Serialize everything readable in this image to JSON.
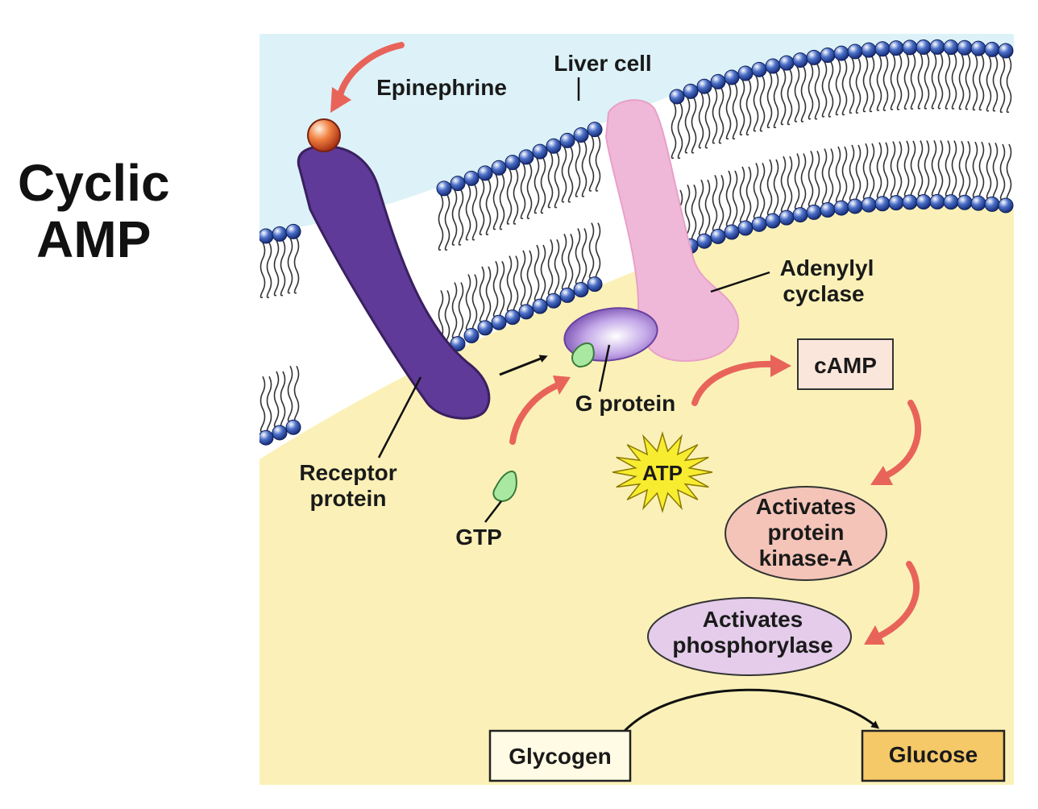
{
  "title": {
    "line1": "Cyclic",
    "line2": "AMP"
  },
  "labels": {
    "epinephrine": "Epinephrine",
    "liver_cell": "Liver cell",
    "adenylyl_line1": "Adenylyl",
    "adenylyl_line2": "cyclase",
    "camp": "cAMP",
    "g_protein": "G protein",
    "receptor_line1": "Receptor",
    "receptor_line2": "protein",
    "gtp": "GTP",
    "atp": "ATP",
    "pka_line1": "Activates",
    "pka_line2": "protein",
    "pka_line3": "kinase-A",
    "phos_line1": "Activates",
    "phos_line2": "phosphorylase",
    "glycogen": "Glycogen",
    "glucose": "Glucose"
  },
  "colors": {
    "extracellular": "#dcf2f8",
    "cytoplasm": "#fbf1b8",
    "receptor": "#5f3a98",
    "adenylyl_cyclase": "#f0b8d8",
    "arrow": "#e8645a",
    "atp_burst": "#f8ec30",
    "pka_fill": "#f4c4b8",
    "phos_fill": "#e4ccea",
    "glucose_fill": "#f5c868"
  }
}
